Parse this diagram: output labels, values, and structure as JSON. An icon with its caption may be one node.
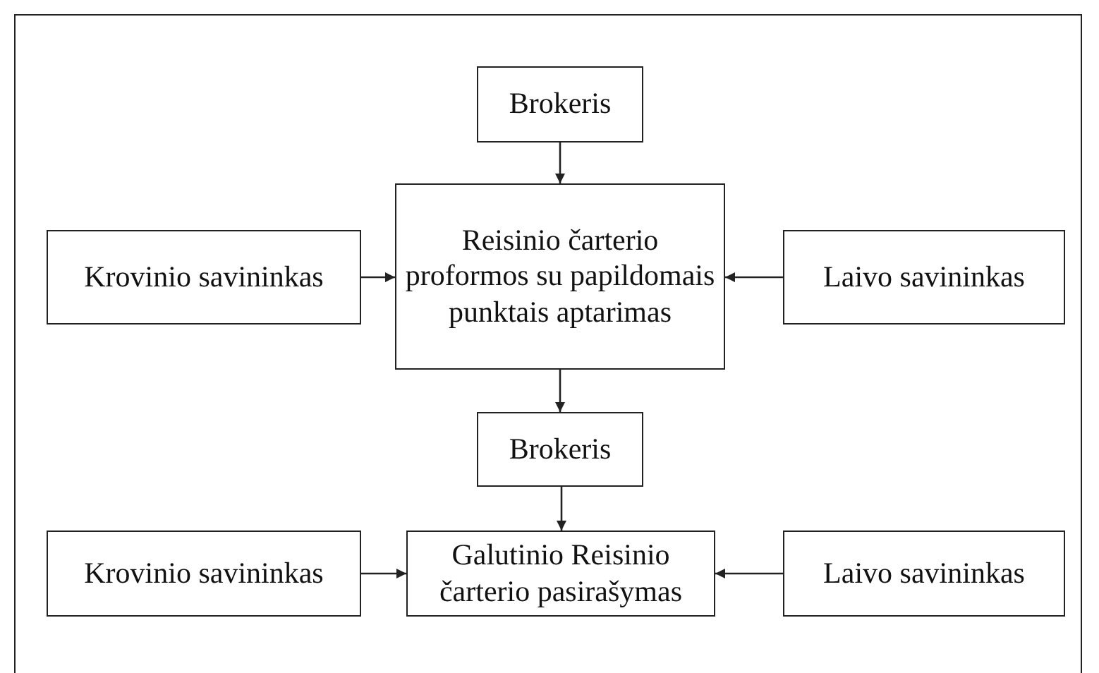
{
  "diagram": {
    "nodes": [
      {
        "text": [
          "Brokeris"
        ]
      },
      {
        "text": [
          "Reisinio čarterio proformos su papildomais punktais aptarimas"
        ]
      },
      {
        "text": [
          "Krovinio savininkas"
        ]
      },
      {
        "text": [
          "Laivo savininkas"
        ]
      },
      {
        "text": [
          "Brokeris"
        ]
      },
      {
        "text": [
          "Galutinio Reisinio čarterio pasirašymas"
        ]
      },
      {
        "text": [
          "Krovinio savininkas"
        ]
      },
      {
        "text": [
          "Laivo savininkas"
        ]
      }
    ],
    "edges": [
      {
        "from": 0,
        "to": 1,
        "arrow": "to"
      },
      {
        "from": 2,
        "to": 1,
        "arrow": "to"
      },
      {
        "from": 3,
        "to": 1,
        "arrow": "to"
      },
      {
        "from": 1,
        "to": 4,
        "arrow": "to"
      },
      {
        "from": 4,
        "to": 5,
        "arrow": "to"
      },
      {
        "from": 6,
        "to": 5,
        "arrow": "to"
      },
      {
        "from": 7,
        "to": 5,
        "arrow": "to"
      }
    ]
  }
}
